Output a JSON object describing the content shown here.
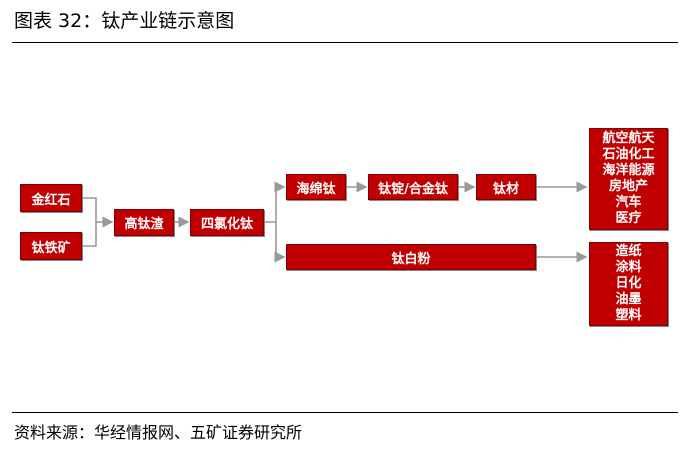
{
  "header": {
    "title": "图表 32：钛产业链示意图"
  },
  "nodes": {
    "jinhongshi": "金红石",
    "taitiekuang": "钛铁矿",
    "gaotaizha": "高钛渣",
    "silvhuatai": "四氯化钛",
    "haimiantai": "海绵钛",
    "taiding_hejintai": "钛锭/合金钛",
    "taicai": "钛材",
    "taibaifen": "钛白粉"
  },
  "applications_sponge": [
    "航空航天",
    "石油化工",
    "海洋能源",
    "房地产",
    "汽车",
    "医疗"
  ],
  "applications_pigment": [
    "造纸",
    "涂料",
    "日化",
    "油墨",
    "塑料"
  ],
  "footer": {
    "source": "资料来源：华经情报网、五矿证券研究所"
  },
  "colors": {
    "box_fill": "#c00000",
    "arrow": "#999999"
  }
}
